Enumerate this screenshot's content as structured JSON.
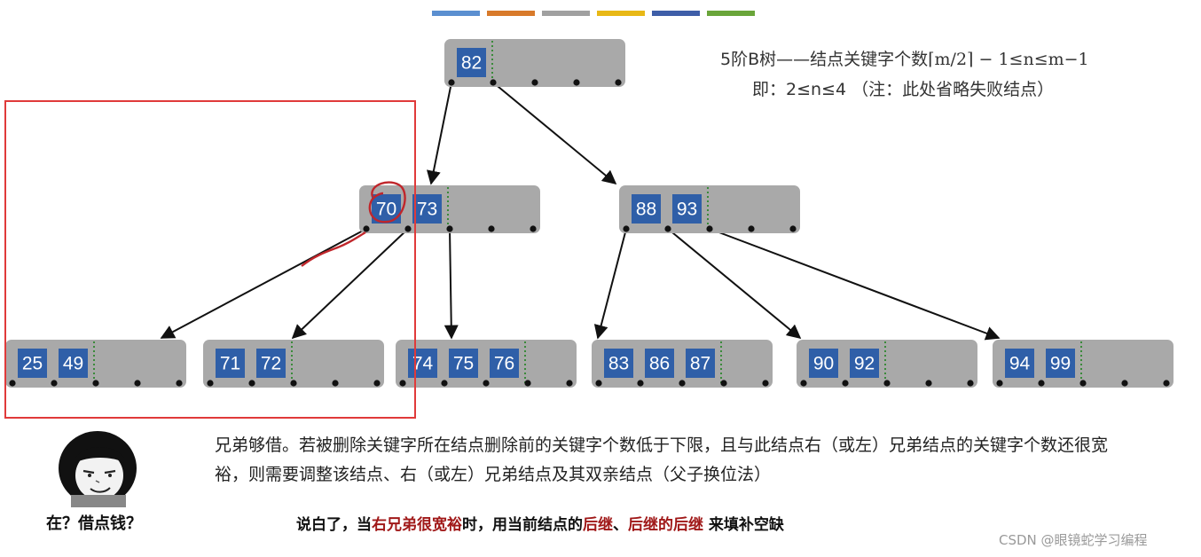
{
  "palette": [
    "#5b8fd0",
    "#d87a2a",
    "#a0a0a0",
    "#e8b816",
    "#3e5ea8",
    "#6aa53a"
  ],
  "colors": {
    "node_fill": "#a9a9a9",
    "key_fill": "#2f5fa8",
    "highlight_box": "#e03a3a",
    "circle_mark": "#c0262b",
    "divider": "#3a8a3a"
  },
  "title": {
    "line1_prefix": "5阶B树——结点关键字个数",
    "line1_formula": "⌈m/2⌉ − 1≤n≤m−1",
    "line2": "即：2≤n≤4 （注：此处省略失败结点）"
  },
  "tree": {
    "root": {
      "keys": [
        "82"
      ]
    },
    "level1": [
      {
        "keys": [
          "70",
          "73"
        ]
      },
      {
        "keys": [
          "88",
          "93"
        ]
      }
    ],
    "leaves": [
      {
        "keys": [
          "25",
          "49"
        ]
      },
      {
        "keys": [
          "71",
          "72"
        ]
      },
      {
        "keys": [
          "74",
          "75",
          "76"
        ]
      },
      {
        "keys": [
          "83",
          "86",
          "87"
        ]
      },
      {
        "keys": [
          "90",
          "92"
        ]
      },
      {
        "keys": [
          "94",
          "99"
        ]
      }
    ]
  },
  "description": "兄弟够借。若被删除关键字所在结点删除前的关键字个数低于下限，且与此结点右（或左）兄弟结点的关键字个数还很宽裕，则需要调整该结点、右（或左）兄弟结点及其双亲结点（父子换位法）",
  "summary": {
    "part1": "说白了，当",
    "hl1": "右兄弟很宽裕",
    "part2": "时，用当前结点的",
    "hl2": "后继",
    "part3": "、",
    "hl3": "后继的后继",
    "part4": " 来填补空缺"
  },
  "caption": "在？借点钱？",
  "watermark": "CSDN @眼镜蛇学习编程"
}
